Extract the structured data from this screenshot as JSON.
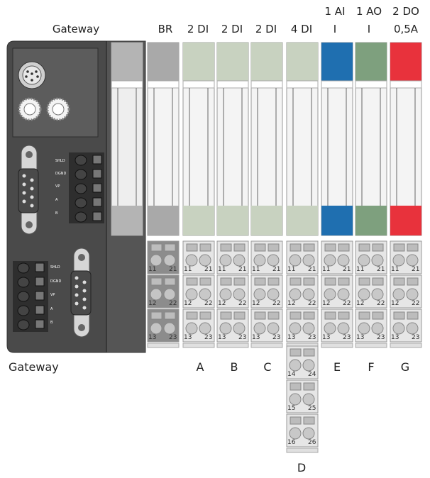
{
  "top_labels": {
    "gateway": "Gateway",
    "br": "BR",
    "di1": "2 DI",
    "di2": "2 DI",
    "di3": "2 DI",
    "di4": "4 DI",
    "ai_line1": "1 AI",
    "ai_line2": "I",
    "ao_line1": "1 AO",
    "ao_line2": "I",
    "do_line1": "2 DO",
    "do_line2": "0,5A"
  },
  "bottom_labels": {
    "gateway": "Gateway",
    "A": "A",
    "B": "B",
    "C": "C",
    "D": "D",
    "E": "E",
    "F": "F",
    "G": "G"
  },
  "connector_labels": {
    "shld": "SHLD",
    "dgnd": "DGND",
    "vp": "VP",
    "a": "A",
    "b": "B"
  },
  "terminal_numbers": {
    "n11": "11",
    "n21": "21",
    "n12": "12",
    "n22": "22",
    "n13": "13",
    "n23": "23",
    "n14": "14",
    "n24": "24",
    "n15": "15",
    "n25": "25",
    "n16": "16",
    "n26": "26"
  },
  "colors": {
    "housing": "#4a4a4a",
    "br_module": "#a9a9a9",
    "di_module": "#c8d2c0",
    "ai_module": "#1f6fb0",
    "ao_module": "#7ea07e",
    "do_module": "#e8323c",
    "terminal_block": "#e6e6e6"
  }
}
